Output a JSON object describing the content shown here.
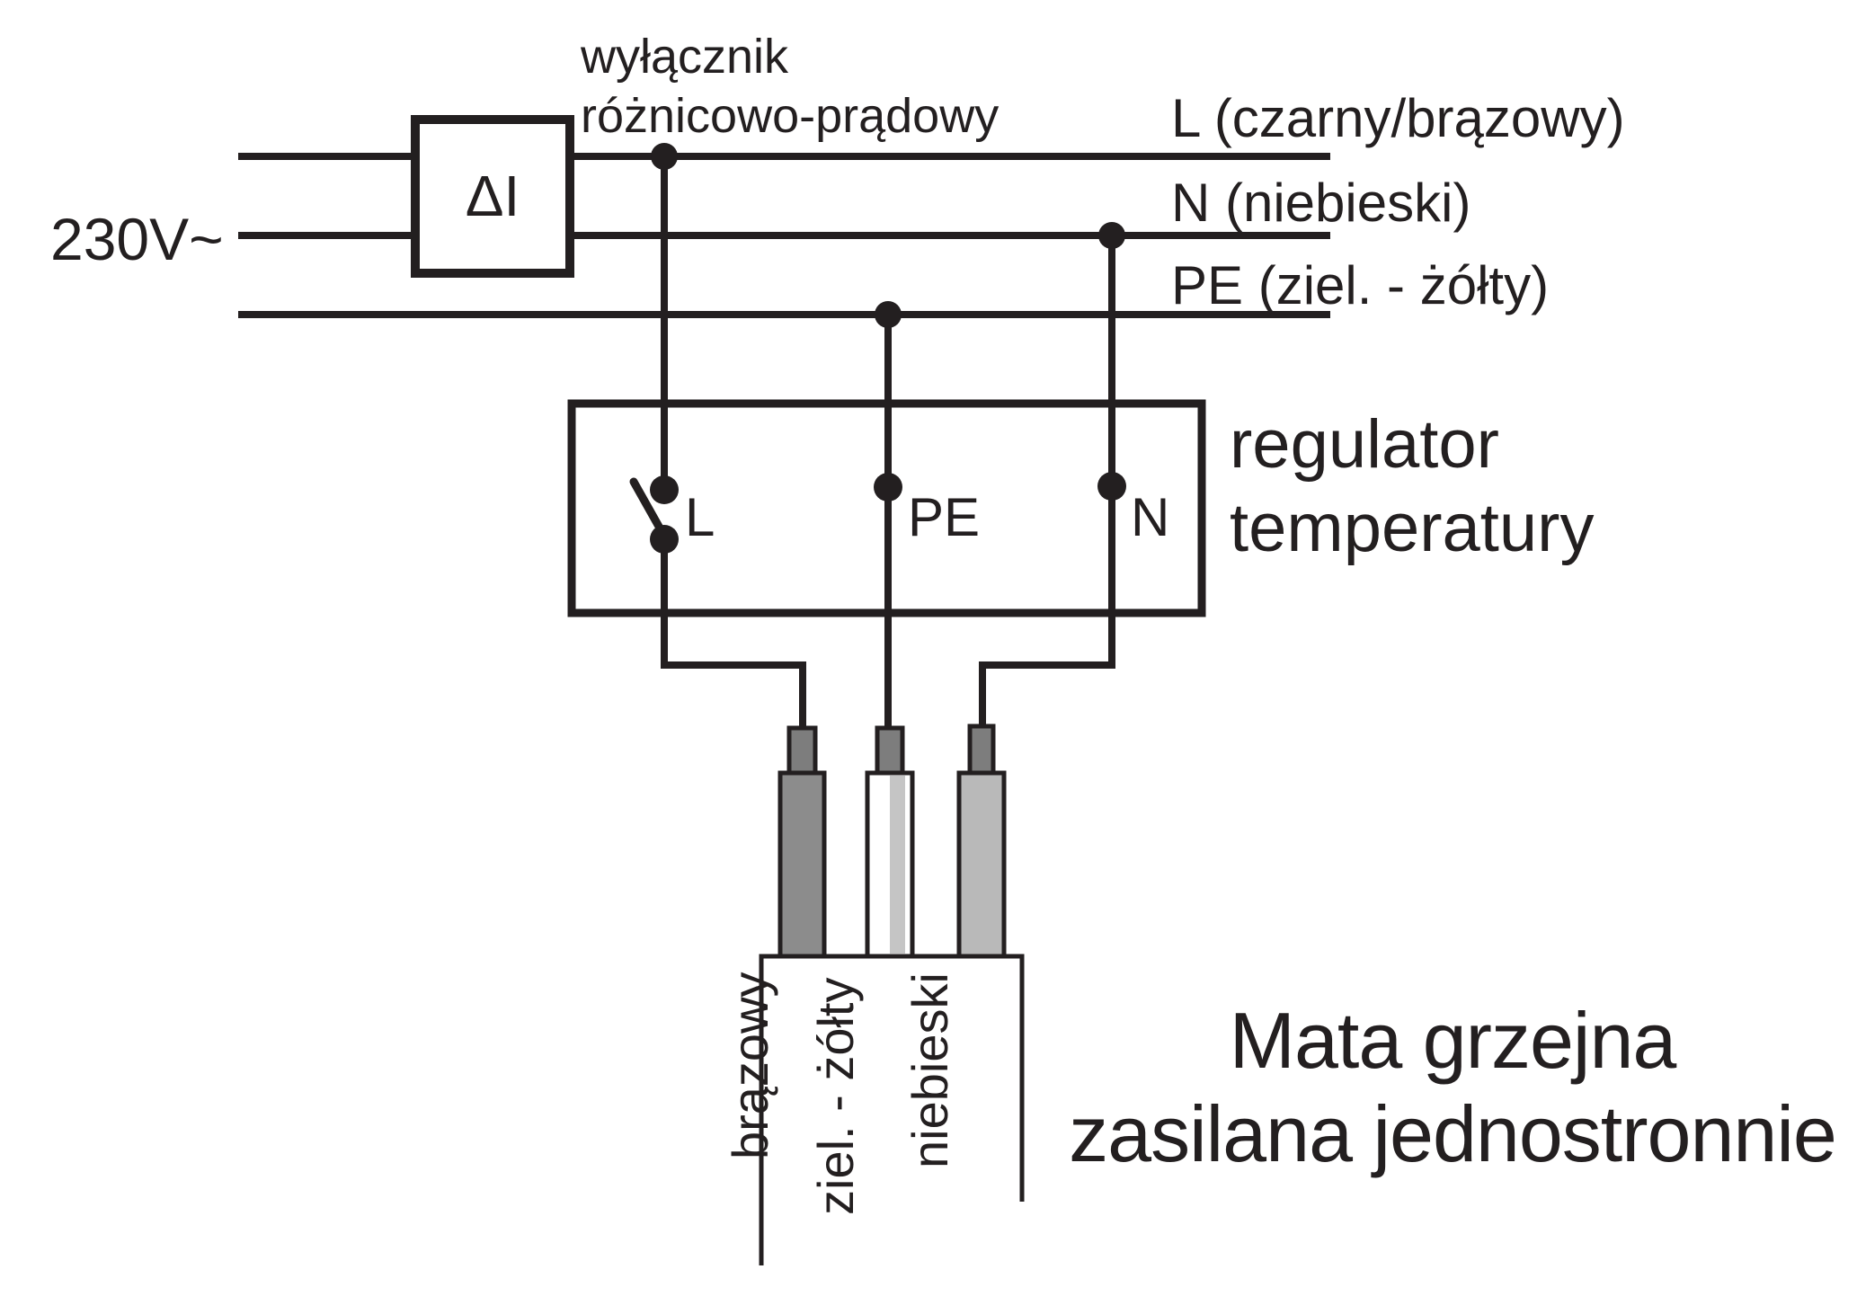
{
  "diagram": {
    "supply": {
      "voltage": "230V~"
    },
    "rcd": {
      "symbol": "ΔI",
      "name_line1": "wyłącznik",
      "name_line2": "różnicowo-prądowy"
    },
    "supply_wires": {
      "l_label": "L (czarny/brązowy)",
      "n_label": "N (niebieski)",
      "pe_label": "PE (ziel. - żółty)"
    },
    "regulator": {
      "name_line1": "regulator",
      "name_line2": "temperatury",
      "terminal_l": "L",
      "terminal_pe": "PE",
      "terminal_n": "N"
    },
    "mat": {
      "caption_line1": "Mata grzejna",
      "caption_line2": "zasilana jednostronnie",
      "wire_brown": "brązowy",
      "wire_green_yellow": "ziel. - żółty",
      "wire_blue": "niebieski"
    },
    "colors": {
      "ink": "#231f20",
      "background": "#ffffff",
      "cap_gray": "#7d7d7d",
      "brown_wire_body": "#8c8c8c",
      "green_yellow_body": "#ffffff",
      "green_yellow_stripe": "#c5c5c5",
      "blue_wire_body": "#b9b9b9"
    }
  }
}
